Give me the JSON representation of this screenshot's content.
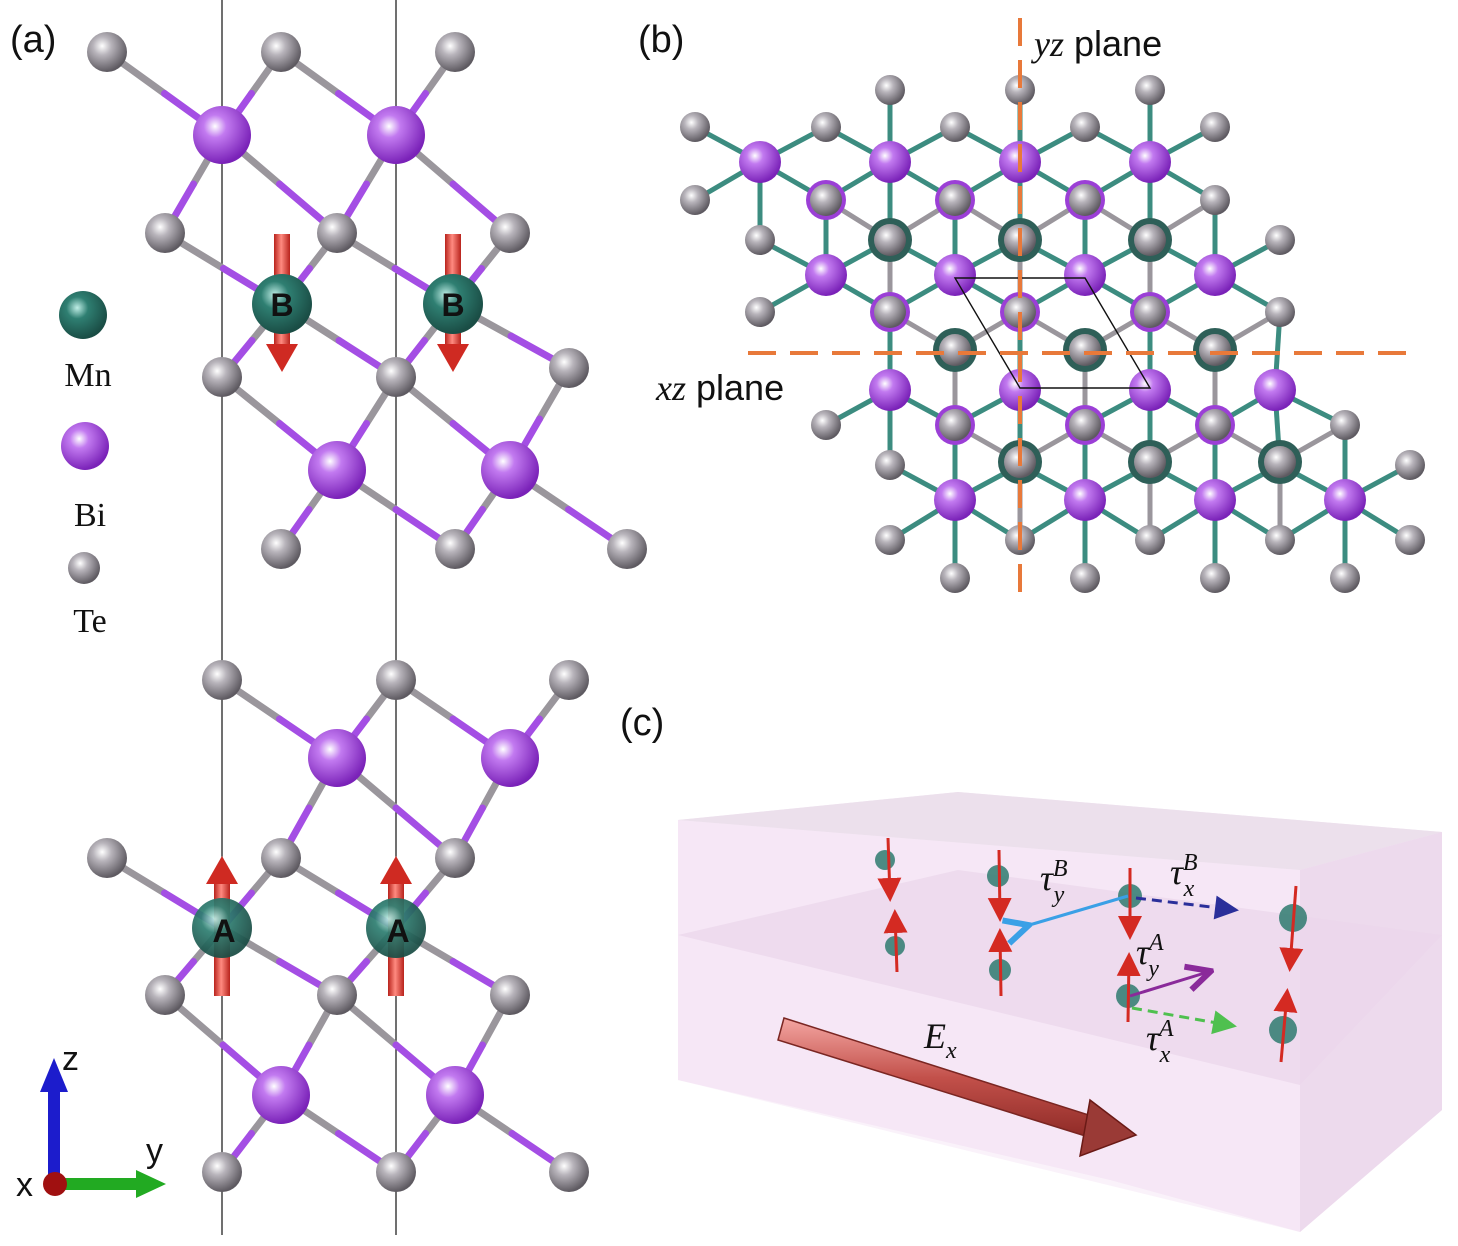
{
  "panels": {
    "a": "(a)",
    "b": "(b)",
    "c": "(c)"
  },
  "legend": [
    {
      "label": "Mn",
      "color": "#2e7a6e"
    },
    {
      "label": "Bi",
      "color": "#9b3fd6"
    },
    {
      "label": "Te",
      "color": "#7f7b82"
    }
  ],
  "sites": {
    "upper": "B",
    "lower": "A"
  },
  "axes": {
    "z": "z",
    "y": "y",
    "x": "x"
  },
  "planes": {
    "yz": {
      "italic": "yz",
      "text": " plane"
    },
    "xz": {
      "italic": "xz",
      "text": " plane"
    }
  },
  "torques": {
    "tyB": {
      "base": "τ",
      "sub": "y",
      "sup": "B"
    },
    "txB": {
      "base": "τ",
      "sub": "x",
      "sup": "B"
    },
    "tyA": {
      "base": "τ",
      "sub": "y",
      "sup": "A"
    },
    "txA": {
      "base": "τ",
      "sub": "x",
      "sup": "A"
    }
  },
  "field": {
    "base": "E",
    "sub": "x"
  },
  "colors": {
    "mn": "#2e7a6e",
    "bi": "#9b3fd6",
    "te": "#8a868c",
    "spin": "#d42a22",
    "plane_line": "#e8793a",
    "tyB": "#3aa0e6",
    "txB": "#2a2f9a",
    "tyA": "#8a2a9a",
    "txA": "#4fc04f"
  }
}
